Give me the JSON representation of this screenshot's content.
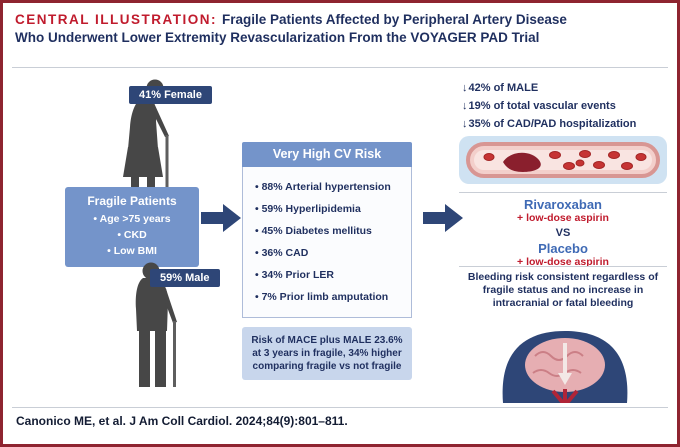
{
  "colors": {
    "accent_red": "#c01b2d",
    "navy": "#1f2f5f",
    "badge_navy": "#2e4677",
    "box_blue": "#7494ca",
    "note_light_blue": "#c8d6ec",
    "panel_light_blue": "#cfe2f2",
    "drug_blue": "#3f6ab5",
    "border_dark_red": "#8e2430"
  },
  "icons": {
    "decrease": "↓"
  },
  "title": {
    "label": "CENTRAL ILLUSTRATION:",
    "text": "Fragile Patients Affected by Peripheral Artery Disease Who Underwent Lower Extremity Revascularization From the VOYAGER PAD Trial"
  },
  "left": {
    "female_badge": "41% Female",
    "male_badge": "59% Male",
    "fragile_box": {
      "title": "Fragile Patients",
      "items": [
        "Age >75 years",
        "CKD",
        "Low BMI"
      ]
    }
  },
  "middle": {
    "cv_risk": {
      "title": "Very High CV Risk",
      "items": [
        "88% Arterial hypertension",
        "59% Hyperlipidemia",
        "45% Diabetes mellitus",
        "36% CAD",
        "34% Prior LER",
        "7% Prior limb amputation"
      ]
    },
    "mace_note": "Risk of MACE plus MALE 23.6% at 3 years in fragile, 34% higher comparing fragile vs not fragile"
  },
  "right": {
    "outcomes": [
      "42% of MALE",
      "19% of total vascular events",
      "35% of CAD/PAD hospitalization"
    ],
    "treatment": {
      "drug1": "Rivaroxaban",
      "drug1_sub": "+ low-dose aspirin",
      "vs": "VS",
      "drug2": "Placebo",
      "drug2_sub": "+ low-dose aspirin"
    },
    "bleeding_note": "Bleeding risk consistent regardless of fragile status and no increase in intracranial or fatal bleeding"
  },
  "footer": {
    "citation": "Canonico ME, et al. J Am Coll Cardiol. 2024;84(9):801–811."
  }
}
